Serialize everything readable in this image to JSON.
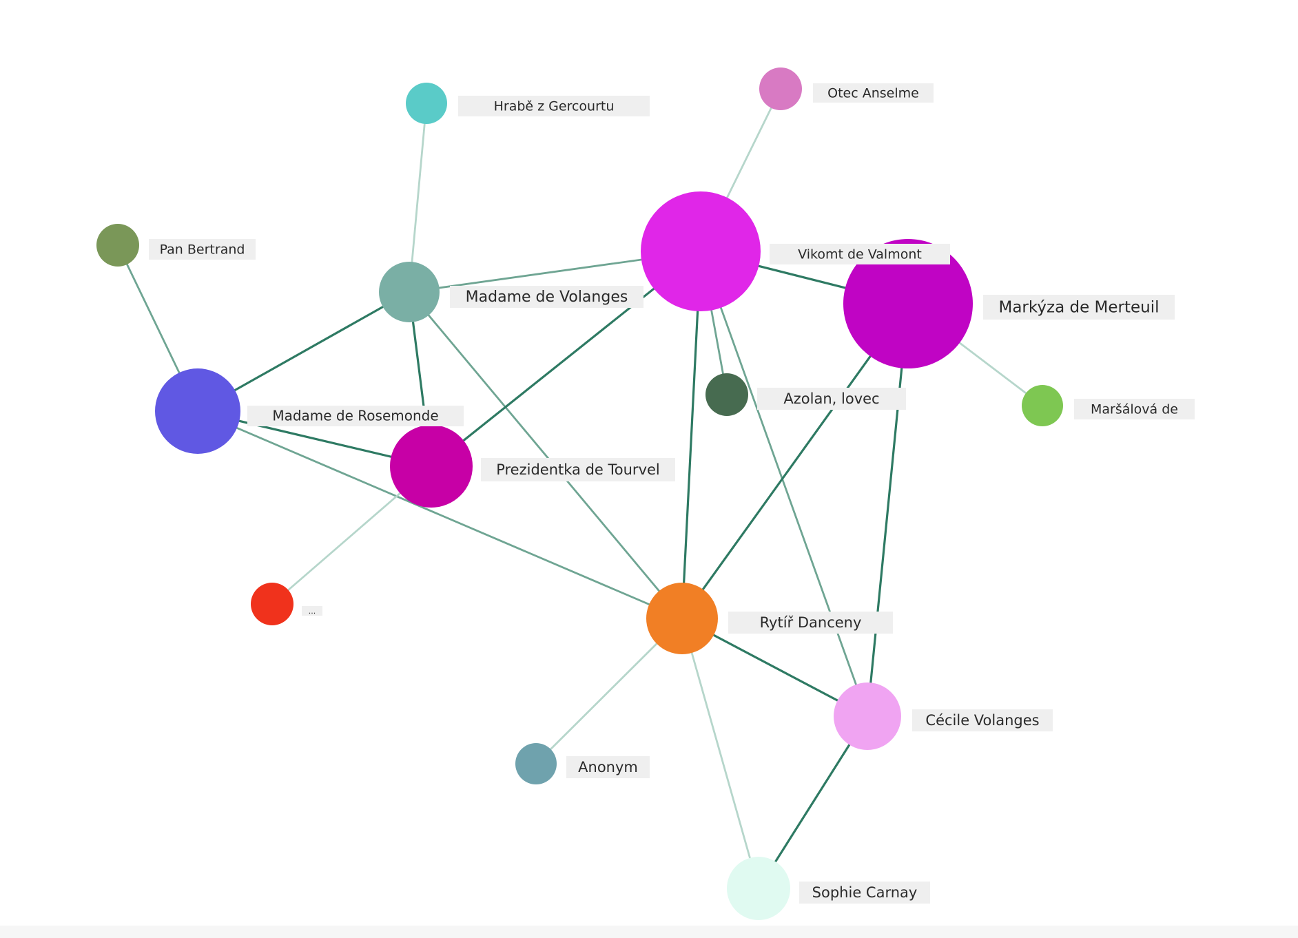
{
  "graph": {
    "nodes": [
      {
        "id": "valmont",
        "label": "Vikomt de Valmont",
        "color": "#e026e8"
      },
      {
        "id": "merteuil",
        "label": "Markýza de Merteuil",
        "color": "#c004c4"
      },
      {
        "id": "tourvel",
        "label": "Prezidentka de Tourvel",
        "color": "#c700a6"
      },
      {
        "id": "rosemonde",
        "label": "Madame de Rosemonde",
        "color": "#6058e3"
      },
      {
        "id": "volanges",
        "label": "Madame de Volanges",
        "color": "#7aafa5"
      },
      {
        "id": "gercourt",
        "label": "Hrabě z Gercourtu",
        "color": "#5acbc8"
      },
      {
        "id": "bertrand",
        "label": "Pan Bertrand",
        "color": "#7a9758"
      },
      {
        "id": "anselme",
        "label": "Otec Anselme",
        "color": "#d87ac3"
      },
      {
        "id": "azolan",
        "label": "Azolan, lovec",
        "color": "#476b50"
      },
      {
        "id": "marsalova",
        "label": "Maršálová de",
        "color": "#7ec752"
      },
      {
        "id": "danceny",
        "label": "Rytíř Danceny",
        "color": "#f17f25"
      },
      {
        "id": "cecile",
        "label": "Cécile Volanges",
        "color": "#f0a4f2"
      },
      {
        "id": "anonym",
        "label": "Anonym",
        "color": "#6fa2ad"
      },
      {
        "id": "sophie",
        "label": "Sophie Carnay",
        "color": "#e0faf1"
      },
      {
        "id": "unknown",
        "label": "...",
        "color": "#f0321c"
      }
    ],
    "edges": [
      {
        "source": "gercourt",
        "target": "volanges",
        "tone": "light"
      },
      {
        "source": "anselme",
        "target": "valmont",
        "tone": "light"
      },
      {
        "source": "bertrand",
        "target": "rosemonde",
        "tone": "mid"
      },
      {
        "source": "volanges",
        "target": "rosemonde",
        "tone": "dark"
      },
      {
        "source": "volanges",
        "target": "tourvel",
        "tone": "dark"
      },
      {
        "source": "volanges",
        "target": "danceny",
        "tone": "mid"
      },
      {
        "source": "volanges",
        "target": "valmont",
        "tone": "mid"
      },
      {
        "source": "rosemonde",
        "target": "tourvel",
        "tone": "dark"
      },
      {
        "source": "rosemonde",
        "target": "danceny",
        "tone": "mid"
      },
      {
        "source": "tourvel",
        "target": "valmont",
        "tone": "dark"
      },
      {
        "source": "tourvel",
        "target": "unknown",
        "tone": "light"
      },
      {
        "source": "valmont",
        "target": "merteuil",
        "tone": "dark"
      },
      {
        "source": "valmont",
        "target": "azolan",
        "tone": "mid"
      },
      {
        "source": "valmont",
        "target": "danceny",
        "tone": "dark"
      },
      {
        "source": "valmont",
        "target": "cecile",
        "tone": "mid"
      },
      {
        "source": "merteuil",
        "target": "marsalova",
        "tone": "light"
      },
      {
        "source": "merteuil",
        "target": "danceny",
        "tone": "dark"
      },
      {
        "source": "merteuil",
        "target": "cecile",
        "tone": "dark"
      },
      {
        "source": "danceny",
        "target": "cecile",
        "tone": "dark"
      },
      {
        "source": "danceny",
        "target": "anonym",
        "tone": "light"
      },
      {
        "source": "danceny",
        "target": "sophie",
        "tone": "light"
      },
      {
        "source": "cecile",
        "target": "sophie",
        "tone": "dark"
      }
    ],
    "edge_colors": {
      "dark": "#2e7a63",
      "mid": "#6fa593",
      "light": "#b6d6cb"
    },
    "label_background": "#efefef"
  }
}
